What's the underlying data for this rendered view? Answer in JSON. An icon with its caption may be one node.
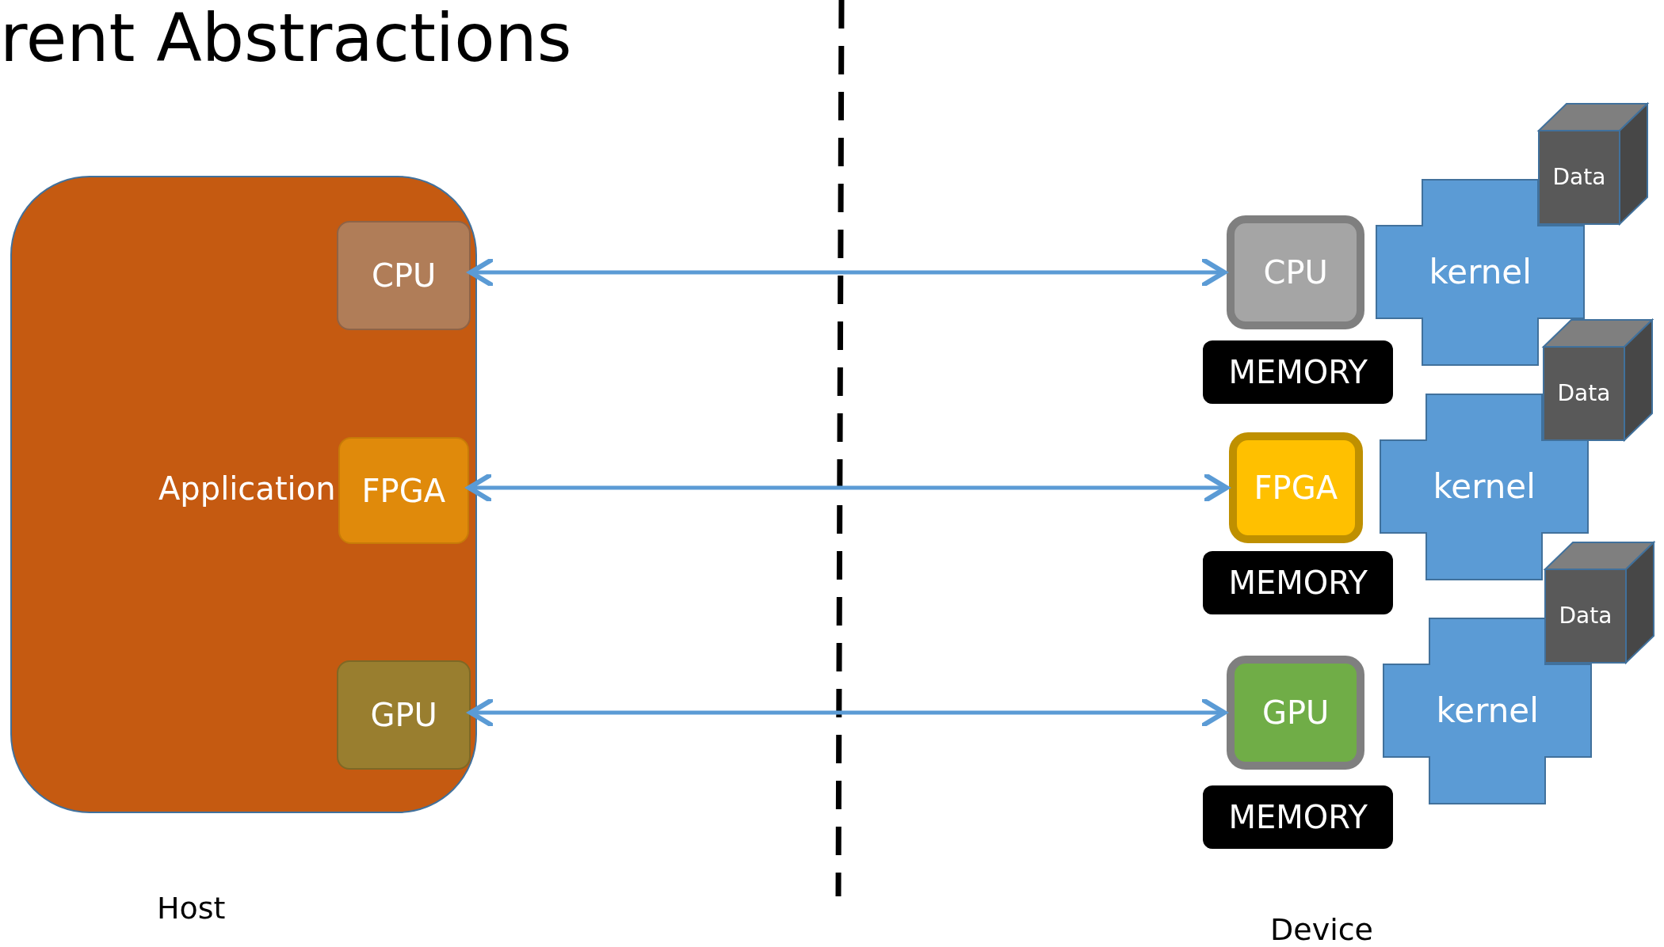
{
  "diagram": {
    "title": "rent Abstractions",
    "nodes": [
      {
        "text": [
          "Application"
        ]
      },
      {
        "text": [
          "CPU"
        ],
        "in": 0
      },
      {
        "text": [
          "FPGA"
        ],
        "in": 0
      },
      {
        "text": [
          "GPU"
        ],
        "in": 0
      },
      {
        "text": [
          "CPU"
        ]
      },
      {
        "text": [
          "MEMORY"
        ]
      },
      {
        "text": [
          "kernel"
        ]
      },
      {
        "text": [
          "Data"
        ]
      },
      {
        "text": [
          "FPGA"
        ]
      },
      {
        "text": [
          "MEMORY"
        ]
      },
      {
        "text": [
          "kernel"
        ]
      },
      {
        "text": [
          "Data"
        ]
      },
      {
        "text": [
          "GPU"
        ]
      },
      {
        "text": [
          "MEMORY"
        ]
      },
      {
        "text": [
          "kernel"
        ]
      },
      {
        "text": [
          "Data"
        ]
      }
    ],
    "edges": [
      {
        "from": 1,
        "to": 4,
        "arrow": "both"
      },
      {
        "from": 2,
        "to": 8,
        "arrow": "both"
      },
      {
        "from": 3,
        "to": 12,
        "arrow": "both"
      }
    ],
    "labels": [
      "Host",
      "Device"
    ]
  }
}
